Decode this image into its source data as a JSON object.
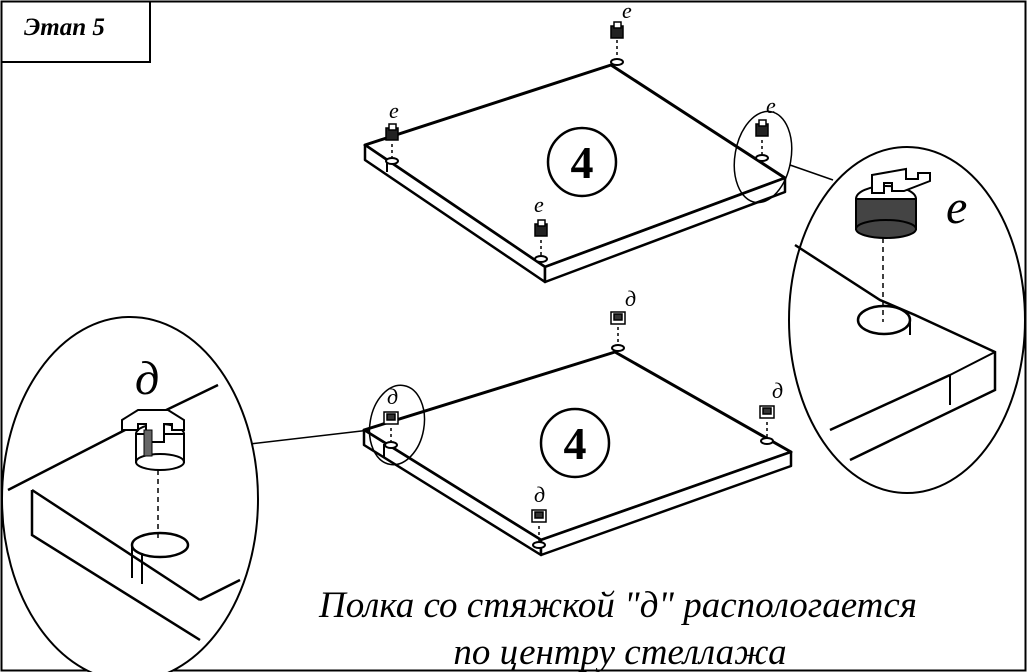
{
  "stage": {
    "label": "Этап 5"
  },
  "panels": {
    "top": {
      "part_number": "4",
      "fastener_letter": "е",
      "detail_letter": "е"
    },
    "bottom": {
      "part_number": "4",
      "fastener_letter": "д",
      "detail_letter": "д"
    }
  },
  "caption": {
    "line1": "Полка со стяжкой \"д\" распологается",
    "line2": "по центру стеллажа"
  }
}
